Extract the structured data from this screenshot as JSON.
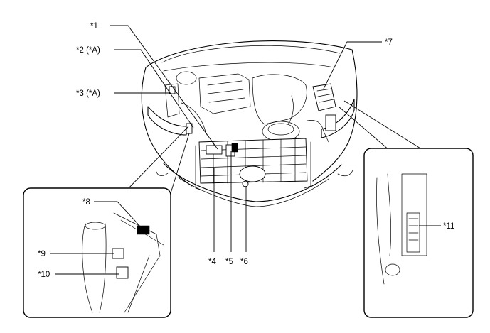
{
  "callouts": {
    "c1": "*1",
    "c2": "*2 (*A)",
    "c3": "*3 (*A)",
    "c4": "*4",
    "c5": "*5",
    "c6": "*6",
    "c7": "*7",
    "c8": "*8",
    "c9": "*9",
    "c10": "*10",
    "c11": "*11"
  }
}
